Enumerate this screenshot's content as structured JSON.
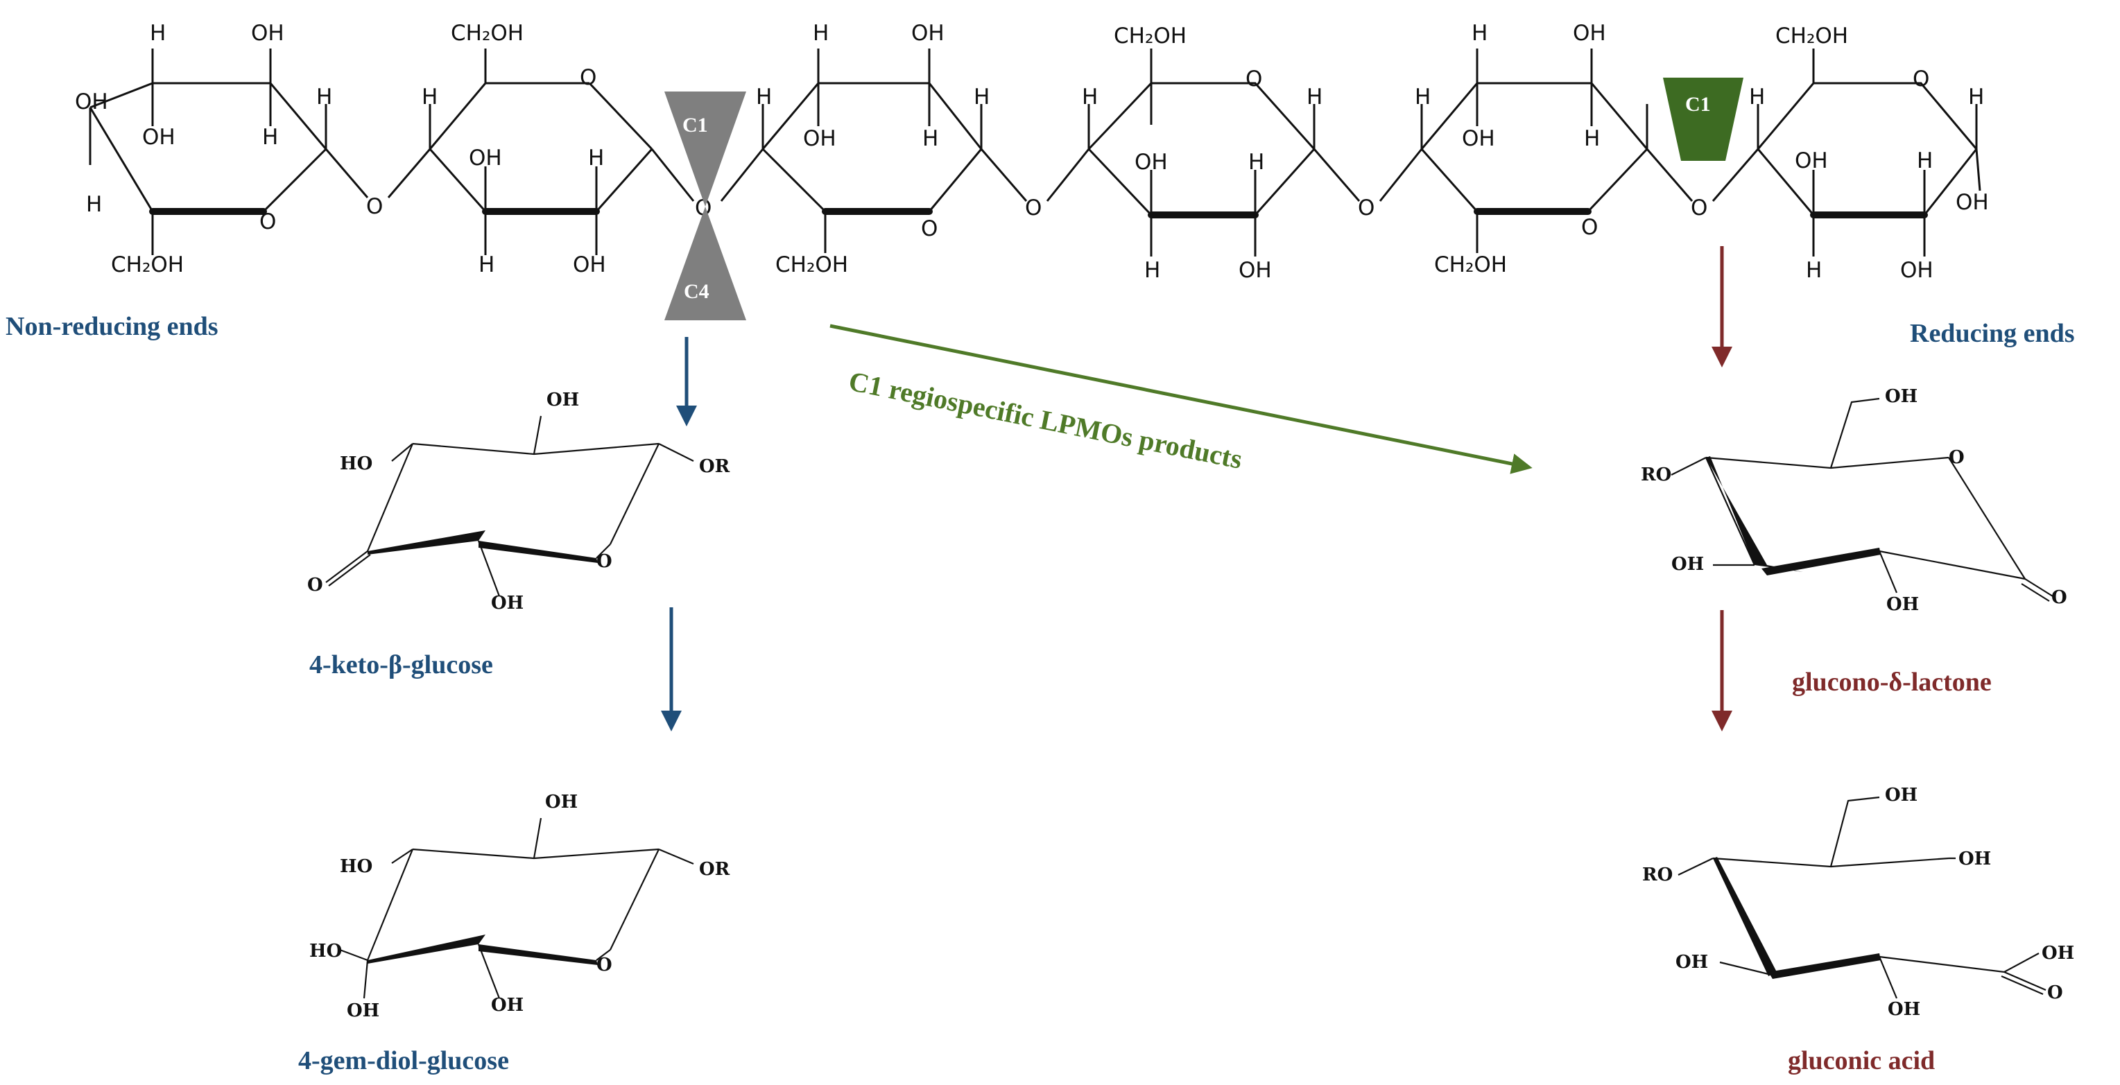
{
  "diagram": {
    "labels": {
      "non_reducing_ends": "Non-reducing ends",
      "reducing_ends": "Reducing ends",
      "c1_products": "C1 regiospecific LPMOs products",
      "keto_glucose": "4-keto-β-glucose",
      "gem_diol_glucose": "4-gem-diol-glucose",
      "gluconolactone": "glucono-δ-lactone",
      "gluconic_acid": "gluconic acid"
    },
    "markers": {
      "c1_grey": "C1",
      "c4_grey": "C4",
      "c1_green": "C1"
    },
    "atoms": {
      "OH": "OH",
      "H": "H",
      "O": "O",
      "CH2OH": "CH₂OH",
      "HO": "HO",
      "OR": "OR",
      "RO": "RO"
    },
    "colors": {
      "blue": "#1f4e79",
      "red": "#7f2a2a",
      "green": "#4f7a28",
      "grey_marker": "#7f7f7f",
      "green_marker": "#3d6b22"
    }
  }
}
